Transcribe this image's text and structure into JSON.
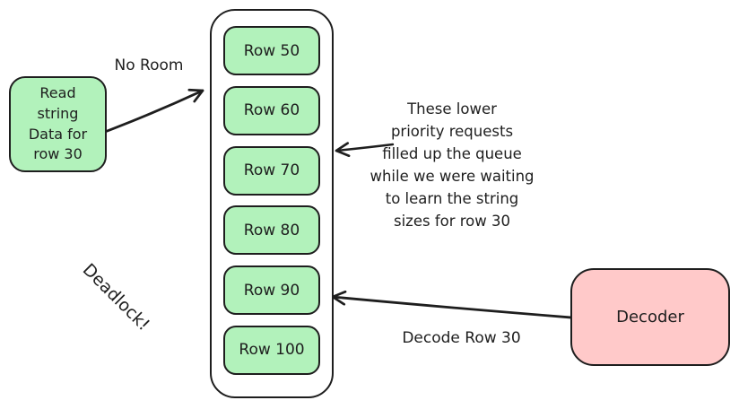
{
  "diagram": {
    "read_request_box": {
      "label": "Read\nstring\nData for\nrow 30"
    },
    "no_room_label": "No Room",
    "queue": {
      "rows": [
        {
          "label": "Row 50"
        },
        {
          "label": "Row 60"
        },
        {
          "label": "Row 70"
        },
        {
          "label": "Row 80"
        },
        {
          "label": "Row 90"
        },
        {
          "label": "Row 100"
        }
      ]
    },
    "note_text": "These lower\npriority requests\nfilled up the queue\nwhile we were waiting\nto learn the string\nsizes for row 30",
    "decoder_box": {
      "label": "Decoder"
    },
    "decode_row_label": "Decode Row 30",
    "deadlock_label": "Deadlock!",
    "colors": {
      "box_green": "#b2f2bb",
      "box_pink": "#ffc9c9",
      "stroke": "#1e1e1e",
      "background": "#ffffff"
    }
  }
}
